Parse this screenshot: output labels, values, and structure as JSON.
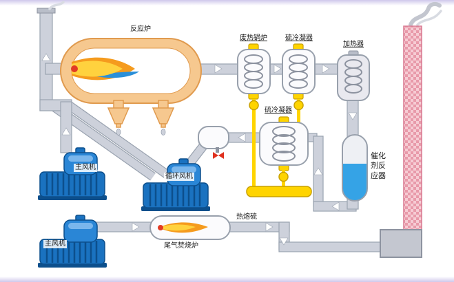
{
  "diagram": {
    "labels": {
      "reaction_furnace": "反应炉",
      "waste_heat_boiler": "废热锅炉",
      "sulfur_condenser_top": "硫冷凝器",
      "heater": "加热器",
      "sulfur_condenser_mid": "硫冷凝器",
      "main_blower_top": "主风机",
      "circulation_fan": "循环风机",
      "main_blower_bottom": "主风机",
      "tail_gas_incinerator": "尾气焚烧炉",
      "hot_molten_sulfur": "热熔硫",
      "catalyst_reactor": "催化剂反应器"
    },
    "icons": {
      "flame-icon": "layered orange-yellow-blue flame",
      "coil-icon": "heat exchanger spring coil",
      "flow-arrow": "white triangle flow arrow",
      "drain-valve": "yellow ball valve",
      "red-valve-icon": "red bowtie valve",
      "smoke-icon": "gray vapor wisp",
      "drop-icon": "gray liquid droplet"
    },
    "colors": {
      "background": "#ffffff",
      "border_band": "#cfc8ec",
      "label_text": "#1a1a1a",
      "pipe": "#cdd1db",
      "pipe_edge": "#9aa3b0",
      "furnace_ring": "#f6c88f",
      "furnace_ring_edge": "#e09a4e",
      "flame_orange": "#f59b1e",
      "flame_yellow": "#ffd23e",
      "flame_blue": "#2a8fd8",
      "flame_red": "#e23b24",
      "vessel_fill": "#fbfbfd",
      "vessel_edge": "#98a0ac",
      "coil": "#8d93a0",
      "valve_yellow": "#ffd400",
      "valve_yellow_edge": "#c8a000",
      "red_valve": "#e0301e",
      "machine_blue": "#1a72c0",
      "machine_blue_dark": "#0c4f8c",
      "machine_blue_light": "#2a86d6",
      "liquid_blue": "#35a3e6",
      "stack_pink": "#f6ccd4",
      "stack_pink_dark": "#e89aaa",
      "stack_edge": "#d87890",
      "gray_box": "#c4c7d0",
      "smoke": "#c3c6cf"
    }
  }
}
